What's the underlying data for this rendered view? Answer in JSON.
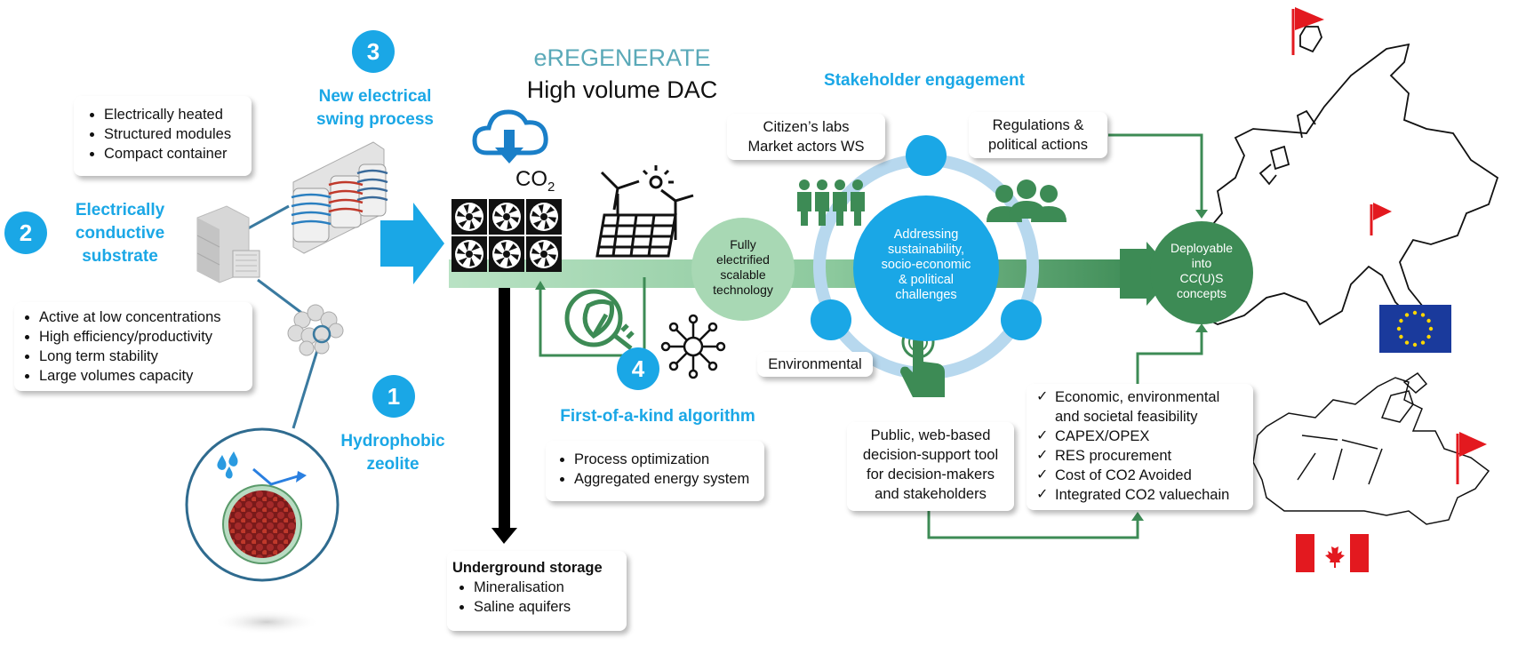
{
  "header": {
    "project": "eREGENERATE",
    "subtitle": "High volume DAC"
  },
  "steps": {
    "step1": {
      "number": "1",
      "title": "Hydrophobic zeolite"
    },
    "step2": {
      "number": "2",
      "title": "Electrically conductive substrate"
    },
    "step3": {
      "number": "3",
      "title": "New electrical swing process"
    },
    "step4": {
      "number": "4",
      "title": "First-of-a-kind algorithm"
    }
  },
  "boxes": {
    "process_features": [
      "Electrically heated",
      "Structured modules",
      "Compact container"
    ],
    "substrate_features": [
      "Active at low concentrations",
      "High efficiency/productivity",
      "Long term stability",
      "Large volumes capacity"
    ],
    "algorithm_features": [
      "Process optimization",
      "Aggregated energy system"
    ],
    "storage_title": "Underground storage",
    "storage_items": [
      "Mineralisation",
      "Saline aquifers"
    ],
    "citizen": [
      "Citizen’s labs",
      "Market actors WS"
    ],
    "regulations": [
      "Regulations &",
      "political actions"
    ],
    "environmental": "Environmental",
    "tool": [
      "Public, web-based",
      "decision-support tool",
      "for decision-makers",
      "and stakeholders"
    ],
    "feasibility": [
      "Economic, environmental and societal feasibility",
      "CAPEX/OPEX",
      "RES procurement",
      "Cost of CO2 Avoided",
      "Integrated CO2 valuechain"
    ]
  },
  "co2_label": "CO",
  "co2_sub": "2",
  "stakeholder_title": "Stakeholder engagement",
  "circles": {
    "fully": [
      "Fully",
      "electrified",
      "scalable",
      "technology"
    ],
    "addressing": [
      "Addressing",
      "sustainability,",
      "socio-economic",
      "& political",
      "challenges"
    ],
    "deployable": [
      "Deployable",
      "into",
      "CC(U)S",
      "concepts"
    ]
  },
  "colors": {
    "accent_blue": "#1aa7e6",
    "dark_green": "#3d8b55",
    "light_green": "#a8d8b4",
    "eu_blue": "#1a3a9c",
    "flag_red": "#e3191f"
  }
}
